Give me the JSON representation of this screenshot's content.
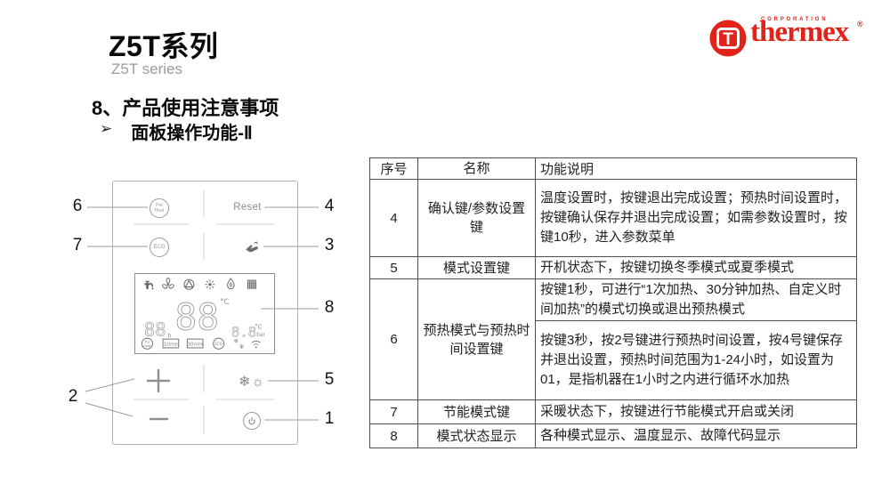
{
  "header": {
    "title": "Z5T系列",
    "subtitle": "Z5T series",
    "section_heading": "8、产品使用注意事项",
    "bullet_glyph": "➢",
    "bullet_text": "面板操作功能-Ⅱ"
  },
  "logo": {
    "corporation": "CORPORATION",
    "brand": "thermex",
    "registered": "®",
    "emblem_letter": "T",
    "brand_color": "#e2231a"
  },
  "panel": {
    "preheat_top": "Pre",
    "preheat_bottom": "Heat",
    "reset_label": "Reset",
    "eco_label": "ECO",
    "snow_sun_glyphs": "❄☼",
    "lcd": {
      "hours_value": "88",
      "hours_unit": "h",
      "main_value": "88",
      "main_unit": "°C",
      "sub_value": "8.8",
      "sub_unit_top": "°C",
      "sub_unit_bottom": "bar",
      "preheat_top": "Pre",
      "preheat_bottom": "Heat",
      "once_label": "1time",
      "halfhour_label": "30min",
      "eco_label": "ECO",
      "snow_glyph": "❄"
    }
  },
  "callouts": {
    "n1": "1",
    "n2": "2",
    "n3": "3",
    "n4": "4",
    "n5": "5",
    "n6": "6",
    "n7": "7",
    "n8": "8"
  },
  "table": {
    "headers": [
      "序号",
      "名称",
      "功能说明"
    ],
    "rows": {
      "r4": {
        "no": "4",
        "name": "确认键/参数设置键",
        "desc": "温度设置时，按键退出完成设置；预热时间设置时，按键确认保存并退出完成设置；如需参数设置时，按键10秒，进入参数菜单"
      },
      "r5": {
        "no": "5",
        "name": "模式设置键",
        "desc": "开机状态下，按键切换冬季模式或夏季模式"
      },
      "r6": {
        "no": "6",
        "name": "预热模式与预热时间设置键",
        "desc_a": "按键1秒，可进行“1次加热、30分钟加热、自定义时间加热”的模式切换或退出预热模式",
        "desc_b": "按键3秒，按2号键进行预热时间设置，按4号键保存并退出设置，预热时间范围为1-24小时，如设置为01，是指机器在1小时之内进行循环水加热"
      },
      "r7": {
        "no": "7",
        "name": "节能模式键",
        "desc": "采暖状态下，按键进行节能模式开启或关闭"
      },
      "r8": {
        "no": "8",
        "name": "模式状态显示",
        "desc": "各种模式显示、温度显示、故障代码显示"
      }
    }
  }
}
